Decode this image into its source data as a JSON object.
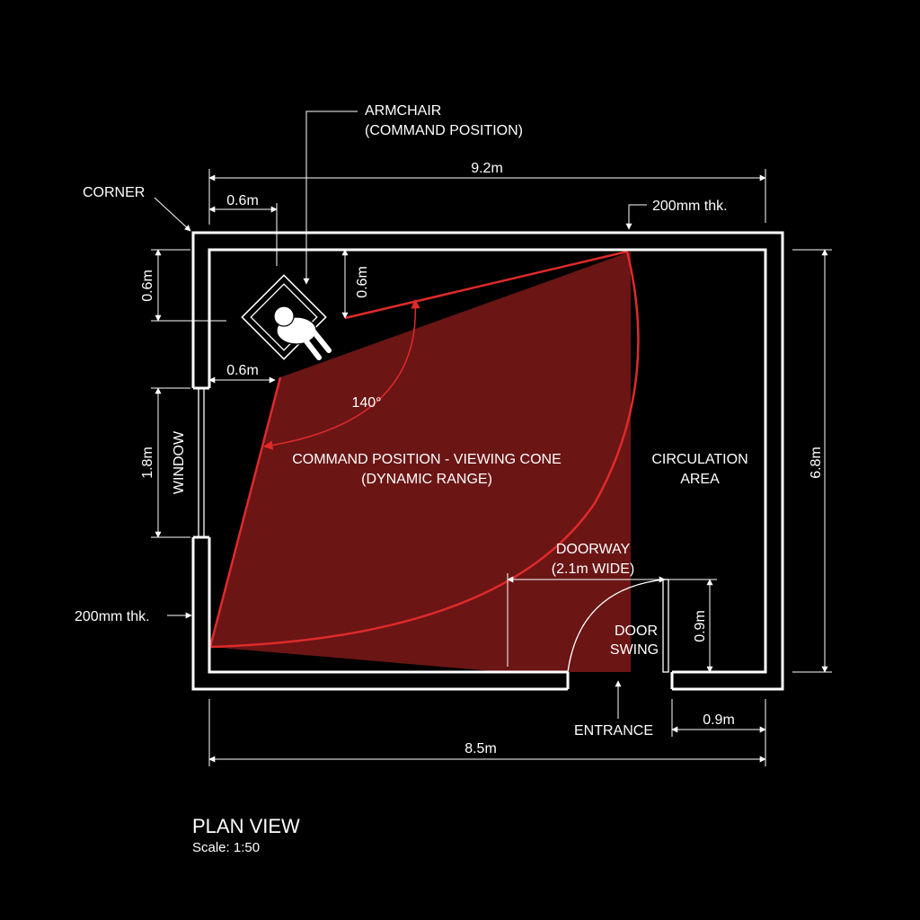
{
  "labels": {
    "armchair_line1": "ARMCHAIR",
    "armchair_line2": "(COMMAND POSITION)",
    "corner": "CORNER",
    "overall_width_top": "9.2m",
    "wall_thickness_top": "200mm thk.",
    "chair_offset_x": "0.6m",
    "chair_offset_y_left": "0.6m",
    "chair_depth_right": "0.6m",
    "chair_offset_bottom": "0.6m",
    "cone_angle": "140°",
    "window_height": "1.8m",
    "window": "WINDOW",
    "cone_line1": "COMMAND POSITION - VIEWING CONE",
    "cone_line2": "(DYNAMIC RANGE)",
    "circulation_line1": "CIRCULATION",
    "circulation_line2": "AREA",
    "overall_height": "6.8m",
    "doorway_line1": "DOORWAY",
    "doorway_line2": "(2.1m WIDE)",
    "wall_thickness_left": "200mm thk.",
    "door_line1": "DOOR",
    "door_line2": "SWING",
    "door_width_vertical": "0.9m",
    "entrance": "ENTRANCE",
    "door_width_bottom": "0.9m",
    "overall_width_bottom": "8.5m"
  },
  "footer": {
    "title": "PLAN VIEW",
    "scale": "Scale: 1:50"
  },
  "colors": {
    "background": "#000000",
    "lines": "#ffffff",
    "cone_fill": "#6b1515",
    "cone_edge": "#e02a2a"
  }
}
